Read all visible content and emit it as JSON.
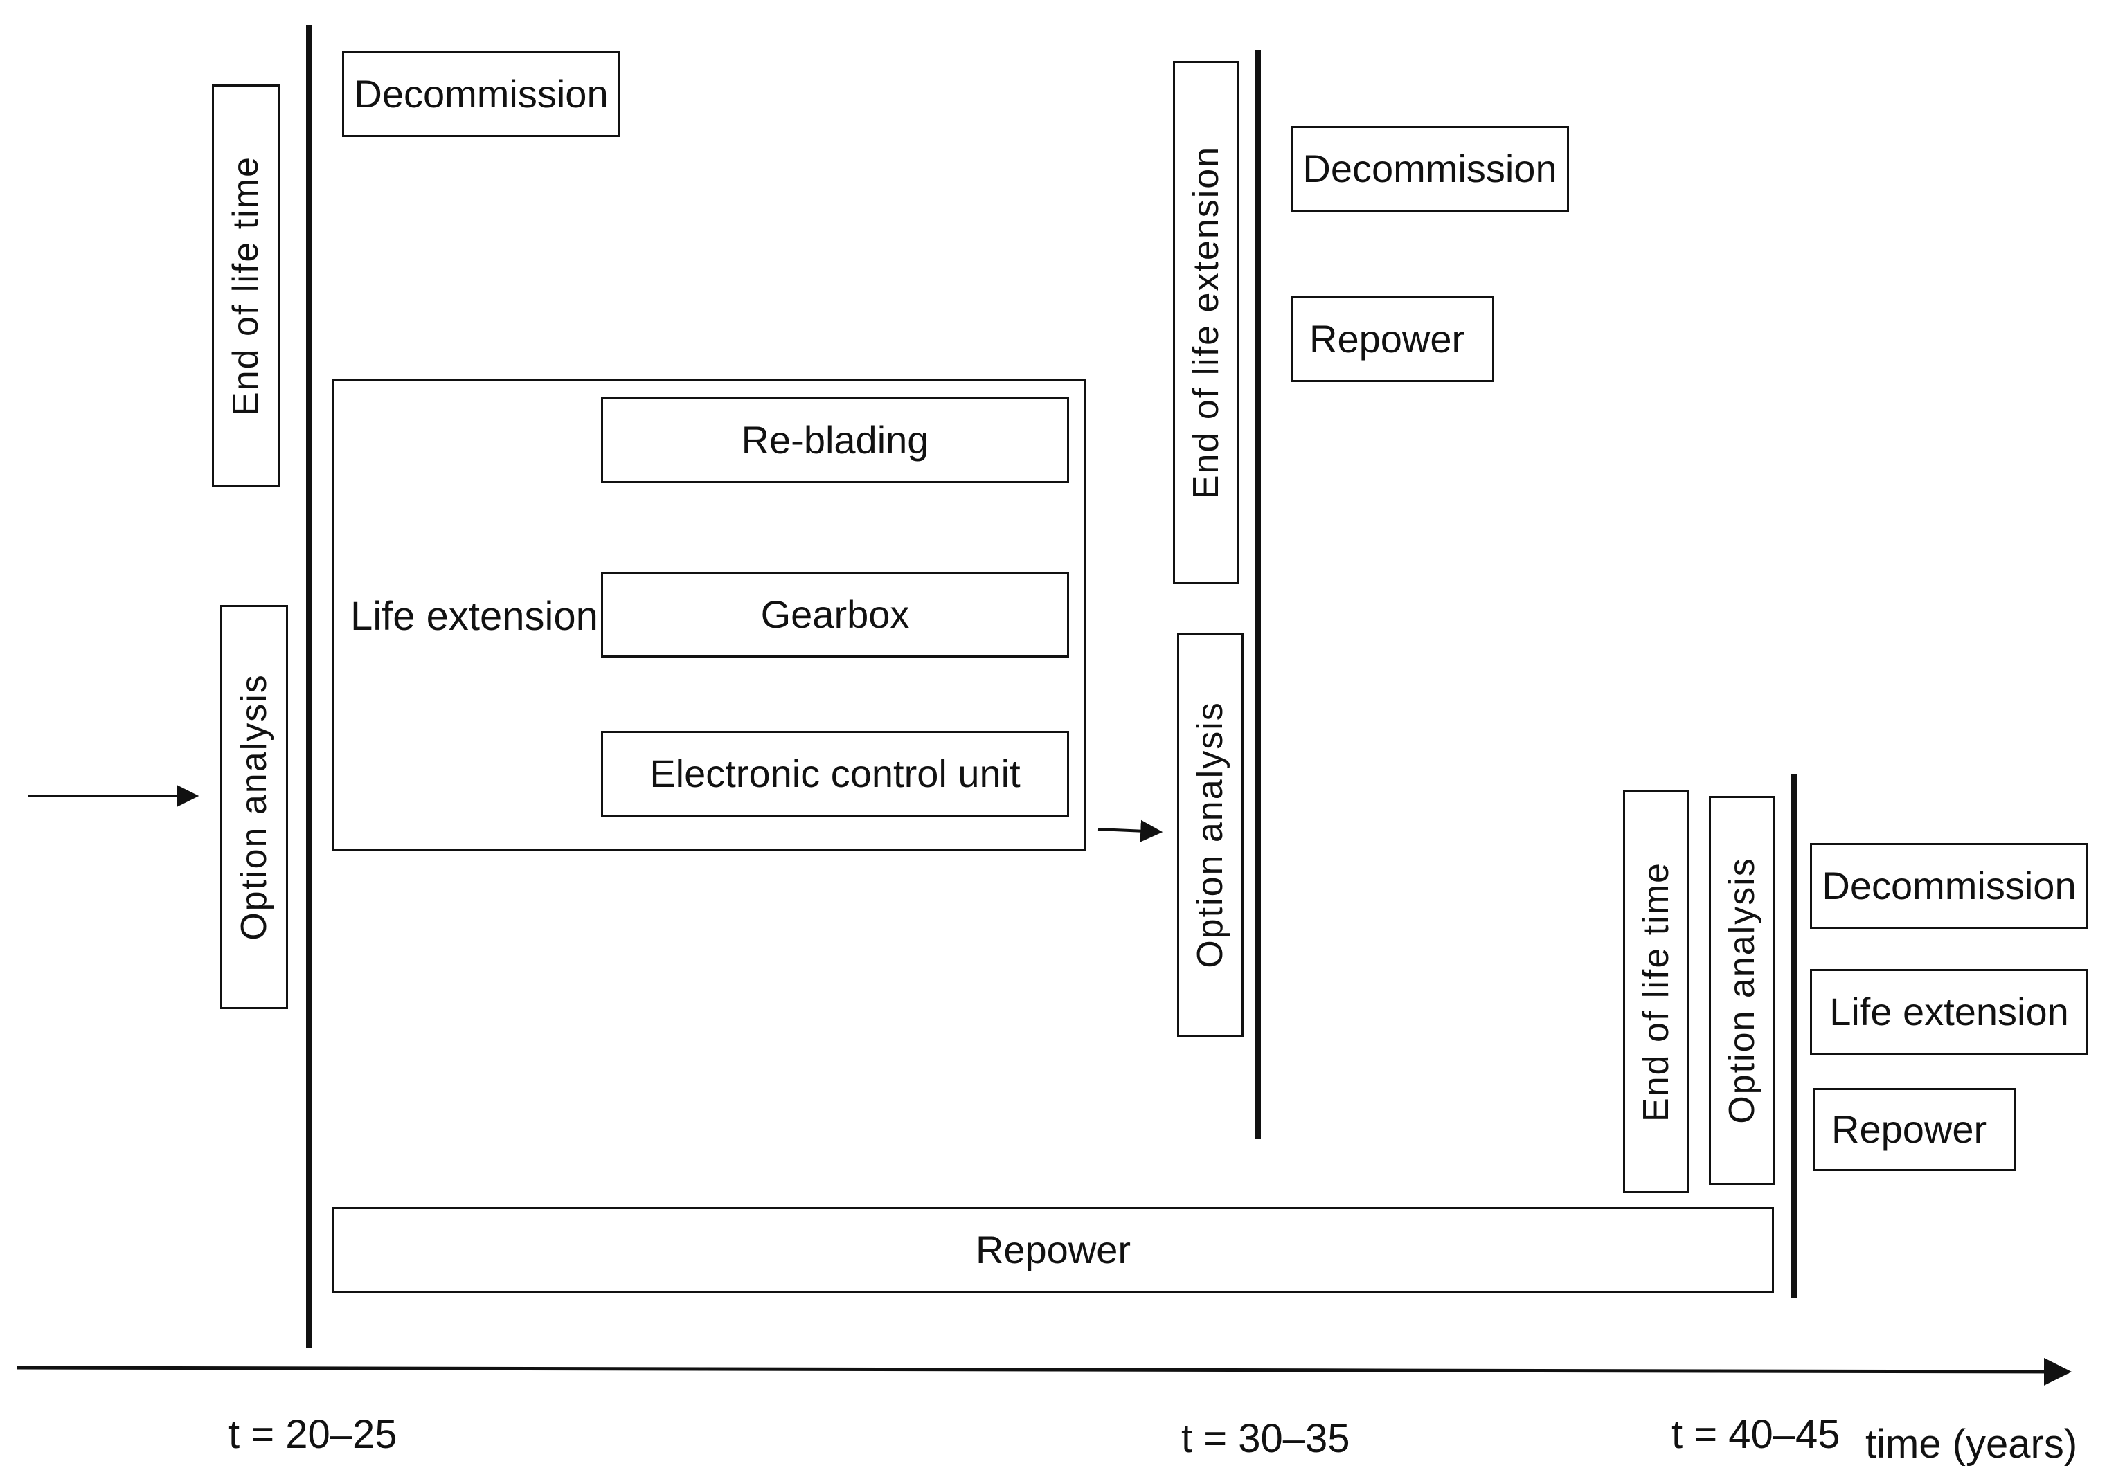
{
  "stage1": {
    "end_of_life": "End of life time",
    "option_analysis": "Option analysis",
    "decommission": "Decommission",
    "life_extension_label": "Life extension",
    "life_extension_items": [
      "Re-blading",
      "Gearbox",
      "Electronic control unit"
    ],
    "repower": "Repower",
    "time_label": "t = 20–25"
  },
  "stage2": {
    "end_of_life": "End of life extension",
    "option_analysis": "Option analysis",
    "decommission": "Decommission",
    "repower": "Repower",
    "time_label": "t = 30–35"
  },
  "stage3": {
    "end_of_life": "End of life time",
    "option_analysis": "Option analysis",
    "decommission": "Decommission",
    "life_extension": "Life extension",
    "repower": "Repower",
    "time_label": "t = 40–45"
  },
  "axis": {
    "label": "time (years)"
  }
}
